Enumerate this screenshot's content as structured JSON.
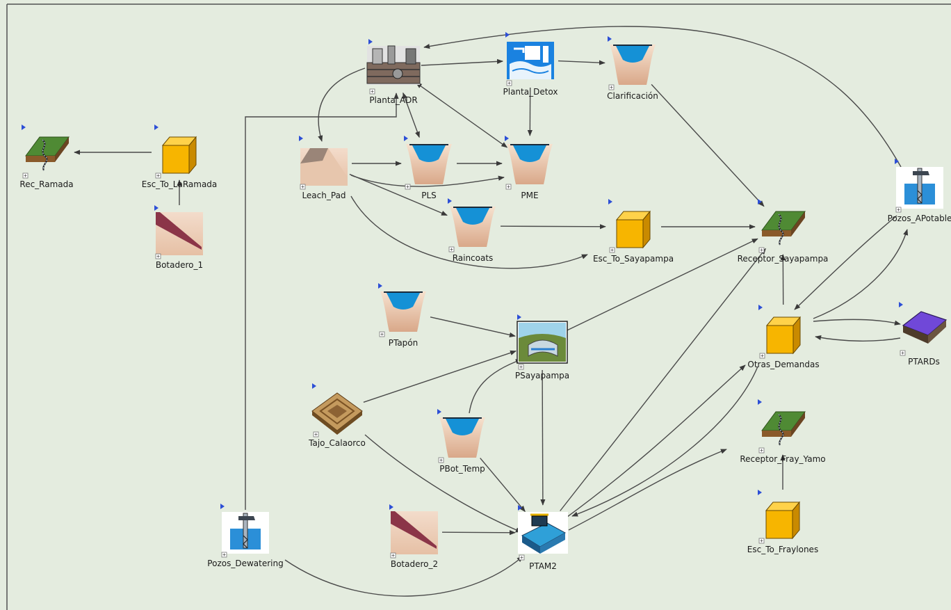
{
  "diagram": {
    "nodes": [
      {
        "id": "rec_ramada",
        "label": "Rec_Ramada",
        "kind": "receptor"
      },
      {
        "id": "esc_laramada",
        "label": "Esc_To_LaRamada",
        "kind": "box"
      },
      {
        "id": "botadero_1",
        "label": "Botadero_1",
        "kind": "slope"
      },
      {
        "id": "planta_adr",
        "label": "Planta_ADR",
        "kind": "plant"
      },
      {
        "id": "planta_detox",
        "label": "Planta_Detox",
        "kind": "detox"
      },
      {
        "id": "clarificacion",
        "label": "Clarificación",
        "kind": "pond"
      },
      {
        "id": "leach_pad",
        "label": "Leach_Pad",
        "kind": "heap"
      },
      {
        "id": "pls",
        "label": "PLS",
        "kind": "pond"
      },
      {
        "id": "pme",
        "label": "PME",
        "kind": "pond"
      },
      {
        "id": "raincoats",
        "label": "Raincoats",
        "kind": "pond"
      },
      {
        "id": "esc_sayapampa",
        "label": "Esc_To_Sayapampa",
        "kind": "box"
      },
      {
        "id": "receptor_sayapampa",
        "label": "Receptor_Sayapampa",
        "kind": "receptor"
      },
      {
        "id": "pozos_apotable",
        "label": "Pozos_APotable",
        "kind": "well"
      },
      {
        "id": "ptapon",
        "label": "PTapón",
        "kind": "pond"
      },
      {
        "id": "psayapampa",
        "label": "PSayapampa",
        "kind": "reservoir"
      },
      {
        "id": "otras_demandas",
        "label": "Otras_Demandas",
        "kind": "box"
      },
      {
        "id": "ptards",
        "label": "PTARDs",
        "kind": "wwtp"
      },
      {
        "id": "tajo_calaorco",
        "label": "Tajo_Calaorco",
        "kind": "pit"
      },
      {
        "id": "pbot_temp",
        "label": "PBot_Temp",
        "kind": "pond"
      },
      {
        "id": "receptor_fray_yamo",
        "label": "Receptor_Fray_Yamo",
        "kind": "receptor"
      },
      {
        "id": "esc_fraylones",
        "label": "Esc_To_Fraylones",
        "kind": "box"
      },
      {
        "id": "pozos_dewatering",
        "label": "Pozos_Dewatering",
        "kind": "well"
      },
      {
        "id": "botadero_2",
        "label": "Botadero_2",
        "kind": "slope"
      },
      {
        "id": "ptam2",
        "label": "PTAM2",
        "kind": "treatment"
      }
    ],
    "edges": [
      {
        "from": "esc_laramada",
        "to": "rec_ramada"
      },
      {
        "from": "botadero_1",
        "to": "esc_laramada"
      },
      {
        "from": "planta_adr",
        "to": "planta_detox"
      },
      {
        "from": "planta_detox",
        "to": "clarificacion"
      },
      {
        "from": "planta_detox",
        "to": "pme"
      },
      {
        "from": "planta_adr",
        "to": "leach_pad"
      },
      {
        "from": "pls",
        "to": "planta_adr",
        "both": true
      },
      {
        "from": "pme",
        "to": "planta_adr",
        "both": true
      },
      {
        "from": "leach_pad",
        "to": "pls"
      },
      {
        "from": "pls",
        "to": "pme"
      },
      {
        "from": "leach_pad",
        "to": "pme"
      },
      {
        "from": "leach_pad",
        "to": "raincoats"
      },
      {
        "from": "leach_pad",
        "to": "esc_sayapampa"
      },
      {
        "from": "raincoats",
        "to": "esc_sayapampa"
      },
      {
        "from": "esc_sayapampa",
        "to": "receptor_sayapampa"
      },
      {
        "from": "clarificacion",
        "to": "receptor_sayapampa"
      },
      {
        "from": "pozos_apotable",
        "to": "planta_adr"
      },
      {
        "from": "pozos_apotable",
        "to": "otras_demandas"
      },
      {
        "from": "otras_demandas",
        "to": "pozos_apotable"
      },
      {
        "from": "otras_demandas",
        "to": "receptor_sayapampa"
      },
      {
        "from": "otras_demandas",
        "to": "ptards"
      },
      {
        "from": "ptards",
        "to": "otras_demandas"
      },
      {
        "from": "ptapon",
        "to": "psayapampa"
      },
      {
        "from": "tajo_calaorco",
        "to": "psayapampa"
      },
      {
        "from": "pbot_temp",
        "to": "psayapampa"
      },
      {
        "from": "psayapampa",
        "to": "receptor_sayapampa"
      },
      {
        "from": "psayapampa",
        "to": "ptam2"
      },
      {
        "from": "tajo_calaorco",
        "to": "ptam2"
      },
      {
        "from": "pbot_temp",
        "to": "ptam2"
      },
      {
        "from": "botadero_2",
        "to": "ptam2"
      },
      {
        "from": "pozos_dewatering",
        "to": "ptam2"
      },
      {
        "from": "pozos_dewatering",
        "to": "planta_adr"
      },
      {
        "from": "ptam2",
        "to": "receptor_sayapampa"
      },
      {
        "from": "ptam2",
        "to": "otras_demandas"
      },
      {
        "from": "otras_demandas",
        "to": "ptam2"
      },
      {
        "from": "ptam2",
        "to": "receptor_fray_yamo"
      },
      {
        "from": "esc_fraylones",
        "to": "receptor_fray_yamo"
      }
    ]
  },
  "colors": {
    "canvas_bg": "#e4ecdf",
    "border": "#505050",
    "edge": "#4a4a4a",
    "marker": "#2d4fd6",
    "water": "#1591d6",
    "box": "#f7b500",
    "grass": "#4f8a34",
    "slope": "#8b3548",
    "ptards": "#7048d8"
  },
  "icons": {
    "marker": "triangle-marker-icon",
    "expand": "expand-square-icon"
  }
}
